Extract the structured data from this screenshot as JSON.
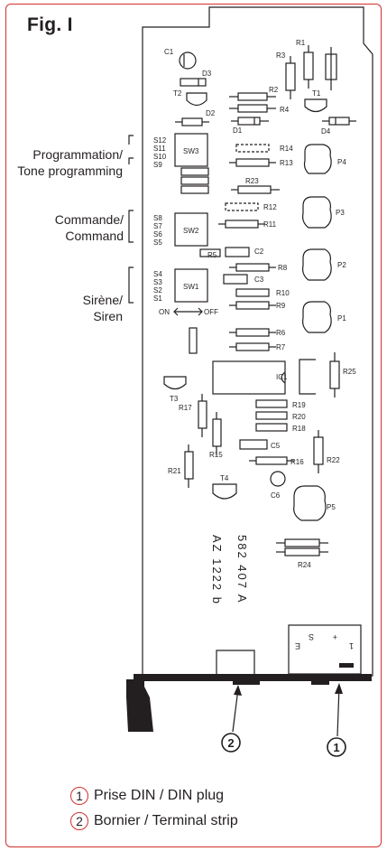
{
  "figure": {
    "title": "Fig. I"
  },
  "side_labels": {
    "programming": [
      "Programmation/",
      "Tone programming"
    ],
    "command": [
      "Commande/",
      "Command"
    ],
    "siren": [
      "Sirène/",
      "Siren"
    ]
  },
  "switch_pins": {
    "sw3": [
      "S12",
      "S11",
      "S10",
      "S9"
    ],
    "sw2": [
      "S8",
      "S7",
      "S6",
      "S5"
    ],
    "sw1": [
      "S4",
      "S3",
      "S2",
      "S1"
    ]
  },
  "switch_labels": {
    "sw3": "SW3",
    "sw2": "SW2",
    "sw1": "SW1",
    "on": "ON",
    "off": "OFF"
  },
  "components": {
    "c1": "C1",
    "d3": "D3",
    "t2": "T2",
    "r1": "R1",
    "r3": "R3",
    "r2": "R2",
    "t1": "T1",
    "d2": "D2",
    "r4": "R4",
    "d1": "D1",
    "d4": "D4",
    "r14": "R14",
    "r13": "R13",
    "p4": "P4",
    "r23": "R23",
    "r12": "R12",
    "p3": "P3",
    "r11": "R11",
    "r5": "R5",
    "c2": "C2",
    "r8": "R8",
    "p2": "P2",
    "c3": "C3",
    "r10": "R10",
    "r9": "R9",
    "p1": "P1",
    "r6": "R6",
    "r7": "R7",
    "ic1": "IC1",
    "r25": "R25",
    "t3": "T3",
    "r17": "R17",
    "r19": "R19",
    "r20": "R20",
    "r18": "R18",
    "c5": "C5",
    "r15": "R15",
    "r22": "R22",
    "r16": "R16",
    "r21": "R21",
    "t4": "T4",
    "c6": "C6",
    "p5": "P5",
    "r24": "R24"
  },
  "board_text": {
    "line1": "582 407 A",
    "line2": "AZ 1222 b"
  },
  "connector_marks": [
    "E",
    "S",
    "+",
    "1"
  ],
  "callouts": [
    "2",
    "1"
  ],
  "legend": [
    {
      "number": "1",
      "text": "Prise DIN / DIN plug"
    },
    {
      "number": "2",
      "text": "Bornier / Terminal strip"
    }
  ]
}
